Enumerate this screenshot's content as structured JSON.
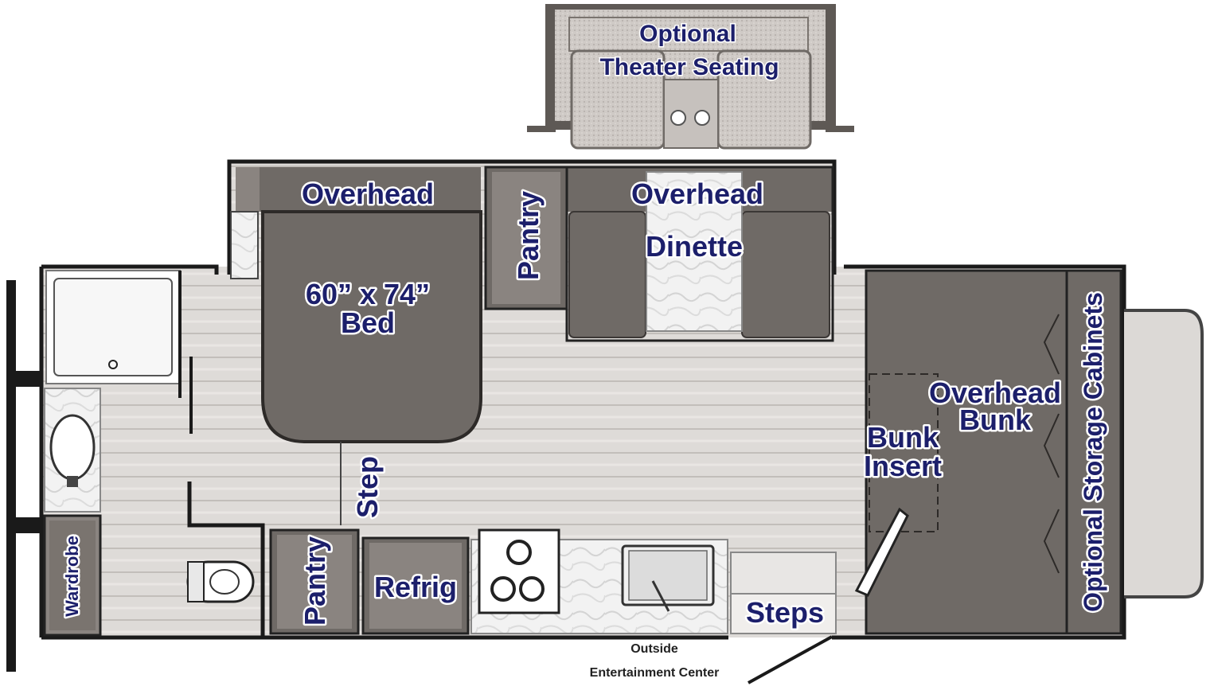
{
  "labels": {
    "theater_line1": "Optional",
    "theater_line2": "Theater Seating",
    "overhead_left": "Overhead",
    "overhead_right": "Overhead",
    "pantry_top": "Pantry",
    "dinette": "Dinette",
    "bed_line1": "60” x 74”",
    "bed_line2": "Bed",
    "step": "Step",
    "wardrobe": "Wardrobe",
    "pantry_bottom": "Pantry",
    "refrig": "Refrig",
    "steps": "Steps",
    "bunk_line1": "Overhead",
    "bunk_line2": "Bunk",
    "bunk_insert_line1": "Bunk",
    "bunk_insert_line2": "Insert",
    "storage": "Optional Storage Cabinets",
    "outside_line1": "Outside",
    "outside_line2": "Entertainment Center"
  },
  "colors": {
    "label": "#1c1f6b",
    "wall": "#1a1a1a",
    "floor": "#dcd9d6",
    "furniture": "#6f6a66",
    "cabinet": "#8a8480",
    "counter": "#eeeeee"
  }
}
